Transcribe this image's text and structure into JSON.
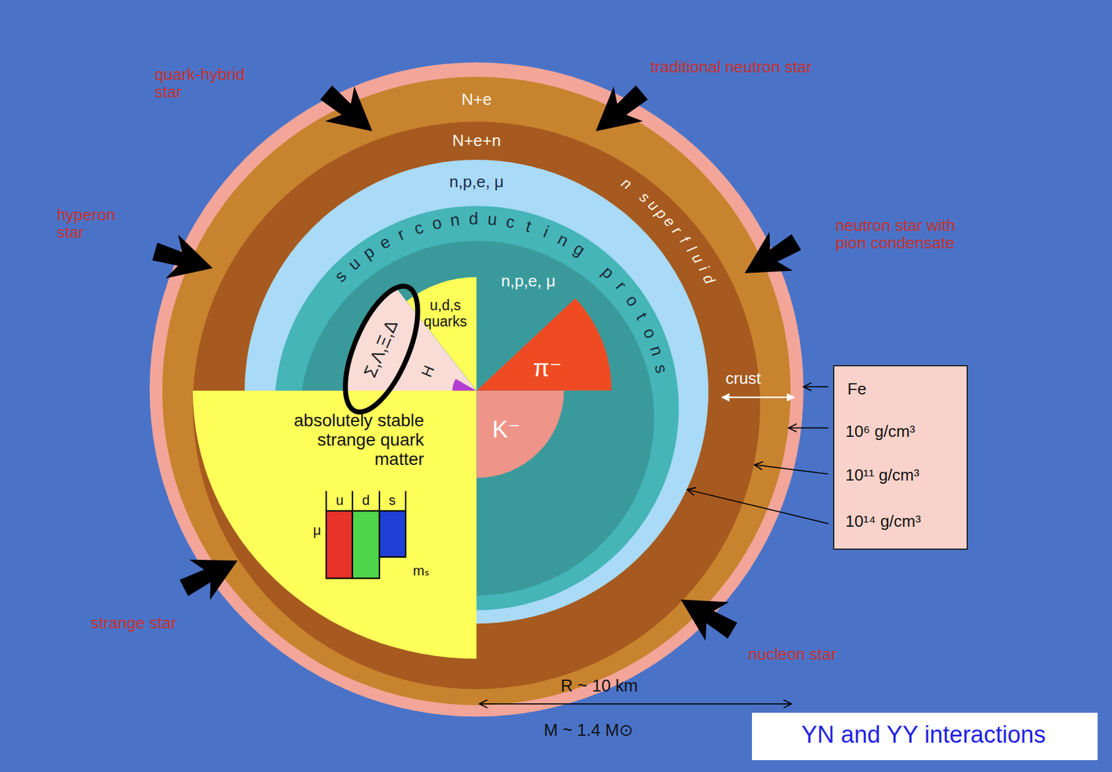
{
  "diagram": {
    "nodes": [
      {
        "text": [
          "N+e"
        ]
      },
      {
        "text": [
          "N+e+n",
          "n superfluid"
        ],
        "in": 0
      },
      {
        "text": [
          "n,p,e, μ"
        ],
        "in": 1
      },
      {
        "text": [
          "superconducting protons"
        ],
        "in": 2
      },
      {
        "text": [
          "n,p,e, μ"
        ],
        "in": 3
      },
      {
        "text": [
          "u,d,s quarks"
        ],
        "in": 4
      },
      {
        "text": [
          "Σ,Λ,Ξ,Δ"
        ],
        "in": 4
      },
      {
        "text": [
          "H"
        ],
        "in": 4
      },
      {
        "text": [
          "π⁻"
        ],
        "in": 4
      },
      {
        "text": [
          "K⁻"
        ],
        "in": 4
      },
      {
        "text": [
          "absolutely stable strange quark matter"
        ],
        "in": 1
      },
      {
        "text": [
          "Fe",
          "10⁶ g/cm³",
          "10¹¹ g/cm³",
          "10¹⁴ g/cm³"
        ]
      },
      {
        "text": [
          "YN and YY interactions"
        ]
      }
    ],
    "labels": [
      "quark-hybrid star",
      "traditional neutron star",
      "hyperon star",
      "neutron star with pion condensate",
      "strange star",
      "nucleon star",
      "crust",
      "u",
      "d",
      "s",
      "μ",
      "mₛ",
      "R ~ 10 km",
      "M ~ 1.4 M⊙"
    ]
  }
}
